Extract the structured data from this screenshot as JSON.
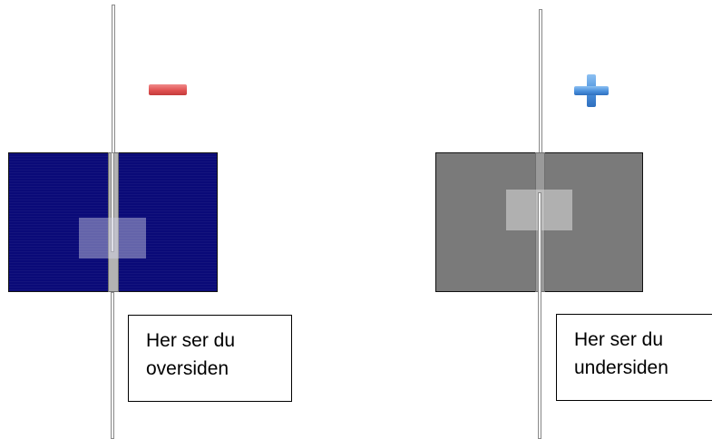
{
  "left_panel": {
    "side": "front",
    "sign_icon": "minus-icon",
    "icon_color": "#e05252",
    "cell_color": "#0a0a78",
    "label_line1": "Her ser du",
    "label_line2": "oversiden"
  },
  "right_panel": {
    "side": "back",
    "sign_icon": "plus-icon",
    "icon_color": "#4a90dc",
    "cell_color": "#7a7a7a",
    "label_line1": "Her ser du",
    "label_line2": "undersiden"
  }
}
